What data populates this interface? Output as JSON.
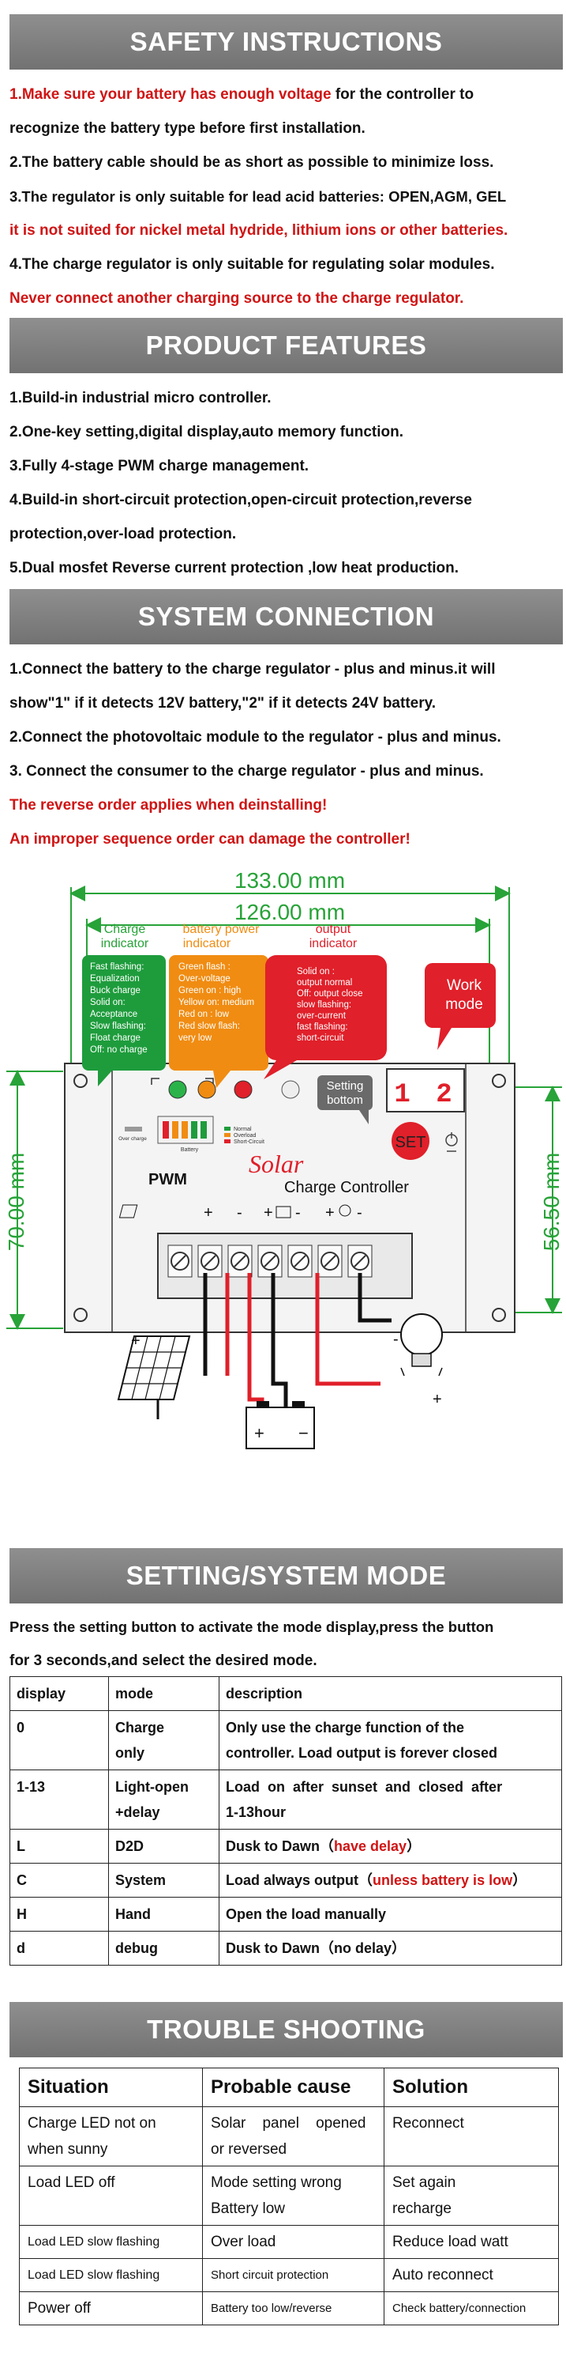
{
  "safety": {
    "title": "SAFETY INSTRUCTIONS",
    "l1_red": "1.Make sure your battery has enough voltage",
    "l1_rest": " for the controller to",
    "l2": "recognize the battery type before first installation.",
    "l3": "2.The battery cable should be as short as possible to minimize loss.",
    "l4": "3.The regulator is only suitable for lead acid batteries: OPEN,AGM, GEL",
    "l5": "it is not suited for nickel metal hydride, lithium ions or other batteries.",
    "l6": "4.The charge regulator is only suitable for regulating solar modules.",
    "l7": "Never connect another charging source to the charge regulator."
  },
  "features": {
    "title": "PRODUCT FEATURES",
    "l1": "1.Build-in industrial micro controller.",
    "l2": "2.One-key setting,digital display,auto memory function.",
    "l3": "3.Fully 4-stage PWM charge management.",
    "l4": "4.Build-in short-circuit protection,open-circuit protection,reverse",
    "l5": "protection,over-load protection.",
    "l6": "5.Dual mosfet Reverse current protection ,low heat production."
  },
  "connection": {
    "title": "SYSTEM CONNECTION",
    "l1": "1.Connect the battery to the charge regulator - plus and minus.it will",
    "l2": "show\"1\" if it detects 12V battery,\"2\" if it detects 24V battery.",
    "l3": "2.Connect the photovoltaic module to the regulator - plus and minus.",
    "l4": "3. Connect the consumer to the charge regulator - plus and minus.",
    "l5": "The reverse order applies when deinstalling!",
    "l6": "An improper sequence order can damage the controller!"
  },
  "diagram": {
    "dim_outer": "133.00 mm",
    "dim_inner": "126.00 mm",
    "dim_height": "70.00 mm",
    "dim_height2": "56.50 mm",
    "charge_title": [
      "Charge",
      "indicator"
    ],
    "charge_lines": [
      "Fast flashing:",
      "Equalization",
      "Buck charge",
      "Solid on:",
      "Acceptance",
      "Slow flashing:",
      "Float charge",
      "Off: no charge"
    ],
    "battery_title": [
      "battery power",
      "indicator"
    ],
    "battery_lines": [
      "Green flash :",
      "Over-voltage",
      "Green on :  high",
      "Yellow on:  medium",
      "Red on :     low",
      "Red slow flash:",
      "very low"
    ],
    "output_title": [
      "output",
      "indicator"
    ],
    "output_lines": [
      "Solid on :",
      "output normal",
      "Off: output close",
      "slow flashing:",
      "over-current",
      "fast flashing:",
      "short-circuit"
    ],
    "work_mode": [
      "Work",
      "mode"
    ],
    "setting_bottom": [
      "Setting",
      "bottom"
    ],
    "display_digits": "1 2",
    "set_label": "SET",
    "pwm_label": "PWM",
    "solar_label": "Solar",
    "cc_label": "Charge Controller",
    "mini_labels": [
      "Over charge",
      "Normal",
      "Overload",
      "Short-Circuit",
      "Battery"
    ],
    "colors": {
      "green": "#1e9c3c",
      "orange": "#f08c12",
      "red": "#e0202a",
      "panel": "#f3f3f3",
      "dim": "#27a338"
    }
  },
  "setting": {
    "title": "SETTING/SYSTEM MODE",
    "intro1": "Press the setting button to activate the mode display,press the button",
    "intro2": "for 3 seconds,and select the desired mode.",
    "head": [
      "display",
      "mode",
      "description"
    ],
    "rows": [
      {
        "d": "0",
        "m1": "Charge",
        "m2": "only",
        "desc1": "Only use the charge function of the",
        "desc2": "controller. Load output is forever closed"
      },
      {
        "d": "1-13",
        "m1": "Light-open",
        "m2": "+delay",
        "desc1": "Load  on  after  sunset  and  closed  after",
        "desc2": "1-13hour"
      },
      {
        "d": "L",
        "m1": "D2D",
        "desc_a": "Dusk to Dawn（",
        "desc_red": "have delay",
        "desc_b": "）"
      },
      {
        "d": "C",
        "m1": "System",
        "desc_a": "Load always output（",
        "desc_red": "unless battery is low",
        "desc_b": "）"
      },
      {
        "d": "H",
        "m1": "Hand",
        "desc1": "Open the load manually"
      },
      {
        "d": "d",
        "m1": "debug",
        "desc1": "Dusk to Dawn（no delay）"
      }
    ]
  },
  "trouble": {
    "title": "TROUBLE SHOOTING",
    "head": [
      "Situation",
      "Probable cause",
      "Solution"
    ],
    "r1": {
      "s1": "Charge LED not on",
      "s2": "when sunny",
      "c1": "Solar    panel    opened",
      "c2": "or reversed",
      "sol": "Reconnect"
    },
    "r2": {
      "s": "Load LED off",
      "c1": "Mode setting wrong",
      "c2": "Battery low",
      "sol1": "Set again",
      "sol2": "recharge"
    },
    "r3": {
      "s": "Load LED slow flashing",
      "c": "Over load",
      "sol": "Reduce load watt"
    },
    "r4": {
      "s": "Load LED slow flashing",
      "c": "Short circuit protection",
      "sol": "Auto reconnect"
    },
    "r5": {
      "s": "Power off",
      "c": "Battery too low/reverse",
      "sol": "Check battery/connection"
    }
  }
}
